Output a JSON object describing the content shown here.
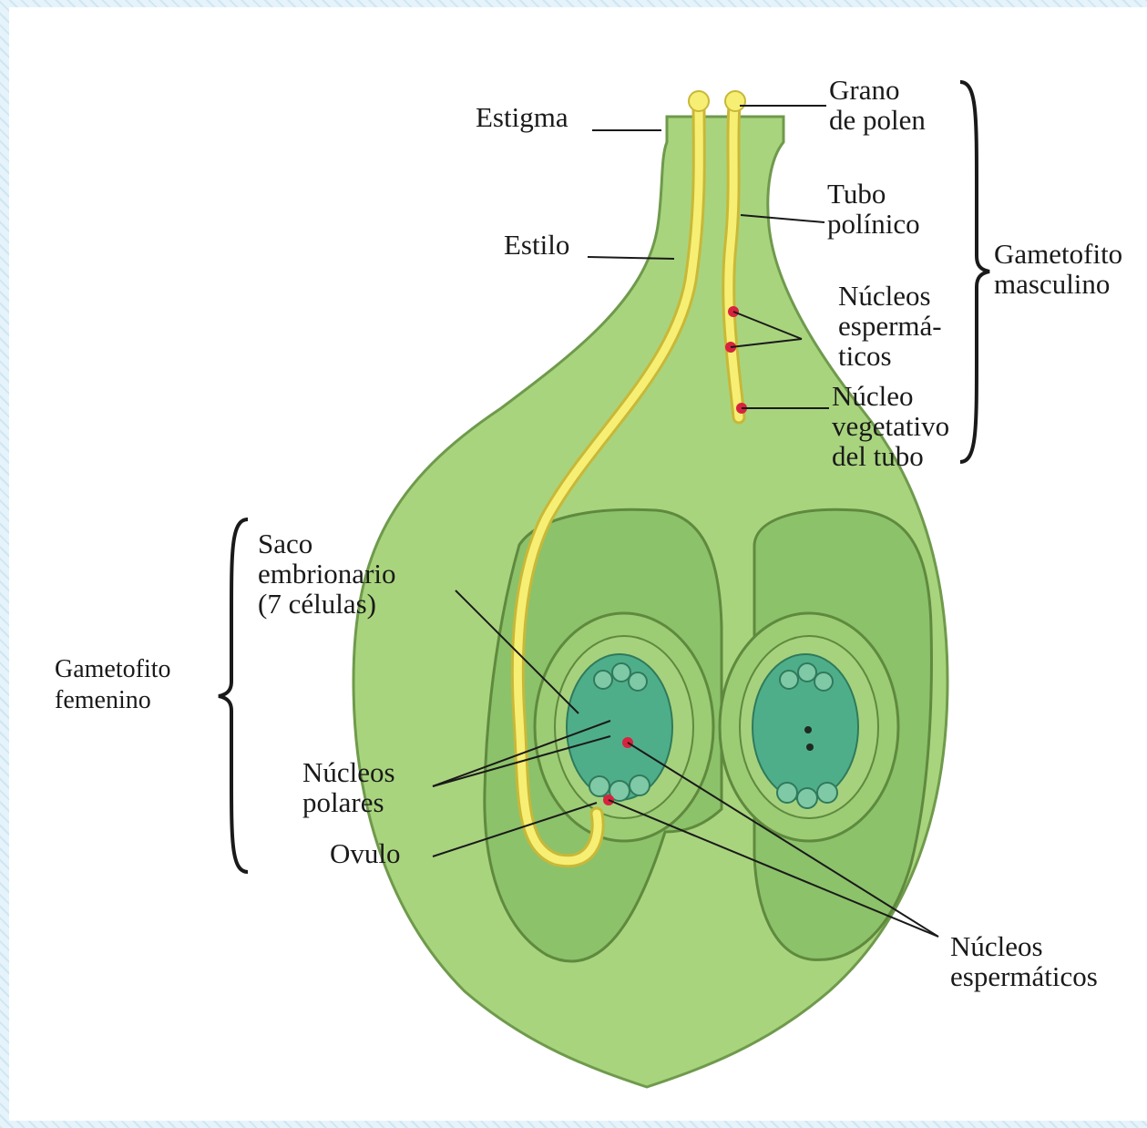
{
  "labels": {
    "estigma": "Estigma",
    "estilo": "Estilo",
    "grano_de_polen": [
      "Grano",
      "de polen"
    ],
    "tubo_polinico": [
      "Tubo",
      "polínico"
    ],
    "nucleos_espermaticos_tubo": [
      "Núcleos",
      "espermá-",
      "ticos"
    ],
    "nucleo_vegetativo": [
      "Núcleo",
      "vegetativo",
      "del tubo"
    ],
    "gametofito_masculino": [
      "Gametofito",
      "masculino"
    ],
    "saco_embrionario": [
      "Saco",
      "embrionario",
      "(7 células)"
    ],
    "gametofito_femenino": [
      "Gametofito",
      "femenino"
    ],
    "nucleos_polares": [
      "Núcleos",
      "polares"
    ],
    "ovulo": "Ovulo",
    "nucleos_espermaticos_saco": [
      "Núcleos",
      "espermáticos"
    ]
  },
  "colors": {
    "pistil_fill": "#a9d47e",
    "pistil_edge": "#6f9a4c",
    "locule_fill": "#8cc26a",
    "embryo_sac_fill": "#4fae8a",
    "pollen_tube_fill": "#f6ef74",
    "pollen_tube_edge": "#c8b838",
    "nucleus": "#d8233f",
    "leader_line": "#1a1a1a"
  }
}
